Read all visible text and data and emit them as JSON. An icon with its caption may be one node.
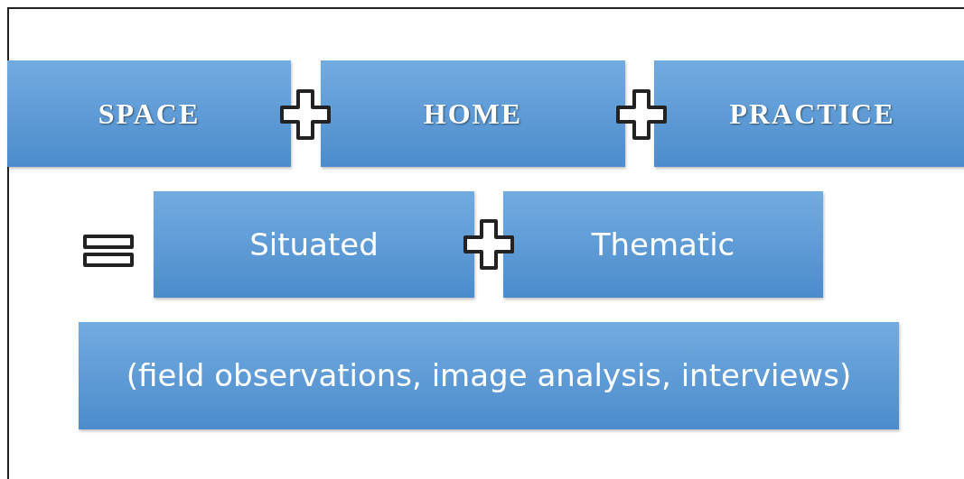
{
  "diagram": {
    "nodes": [
      {
        "text": [
          "SPACE"
        ]
      },
      {
        "text": [
          "HOME"
        ]
      },
      {
        "text": [
          "PRACTICE"
        ]
      },
      {
        "text": [
          "Situated"
        ]
      },
      {
        "text": [
          "Thematic"
        ]
      },
      {
        "text": [
          "(field observations, image analysis, interviews)"
        ]
      }
    ]
  }
}
